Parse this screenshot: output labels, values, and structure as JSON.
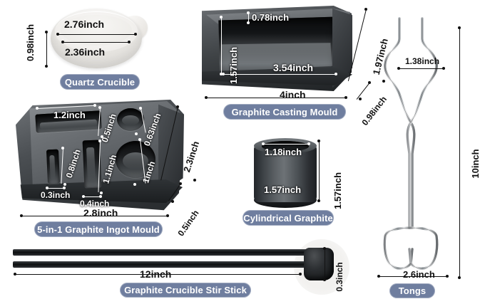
{
  "page": {
    "background": "#ffffff",
    "pill_color": "#6f7e9f",
    "pill_text_color": "#ffffff",
    "dim_text_color": "#111111",
    "dim_text_color_light": "#ffffff"
  },
  "products": {
    "quartz_crucible": {
      "caption": "Quartz Crucible",
      "dims": {
        "outer_diameter": "2.76inch",
        "inner_diameter": "2.36inch",
        "height": "0.98inch"
      }
    },
    "graphite_casting_mould": {
      "caption": "Graphite Casting Mould",
      "dims": {
        "cavity_depth": "0.78inch",
        "cavity_width": "1.57inch",
        "cavity_length": "3.54inch",
        "outer_length": "4inch",
        "outer_height": "1.97inch",
        "outer_depth": "0.98inch"
      }
    },
    "ingot_mould": {
      "caption": "5-in-1 Graphite Ingot Mould",
      "dims": {
        "bar_top_length": "1.2inch",
        "bar_top_width": "0.5inch",
        "circle_small": "0.63inch",
        "slot_left_length": "0.8inch",
        "slot_left_width": "0.3inch",
        "slot_mid_length": "1.1inch",
        "slot_mid_width": "0.4inch",
        "circle_large": "1inch",
        "overall_width": "2.8inch",
        "overall_depth": "2.3inch",
        "thickness": "0.5inch"
      }
    },
    "cylindrical_graphite": {
      "caption": "Cylindrical Graphite",
      "dims": {
        "inner_diameter": "1.18inch",
        "outer_diameter": "1.57inch",
        "height": "1.57inch"
      }
    },
    "stir_stick": {
      "caption": "Graphite Crucible Stir Stick",
      "dims": {
        "length": "12inch",
        "diameter": "0.3inch"
      }
    },
    "tongs": {
      "caption": "Tongs",
      "dims": {
        "jaw_width": "1.38inch",
        "length": "10inch",
        "handle_width": "2.6inch"
      }
    }
  }
}
